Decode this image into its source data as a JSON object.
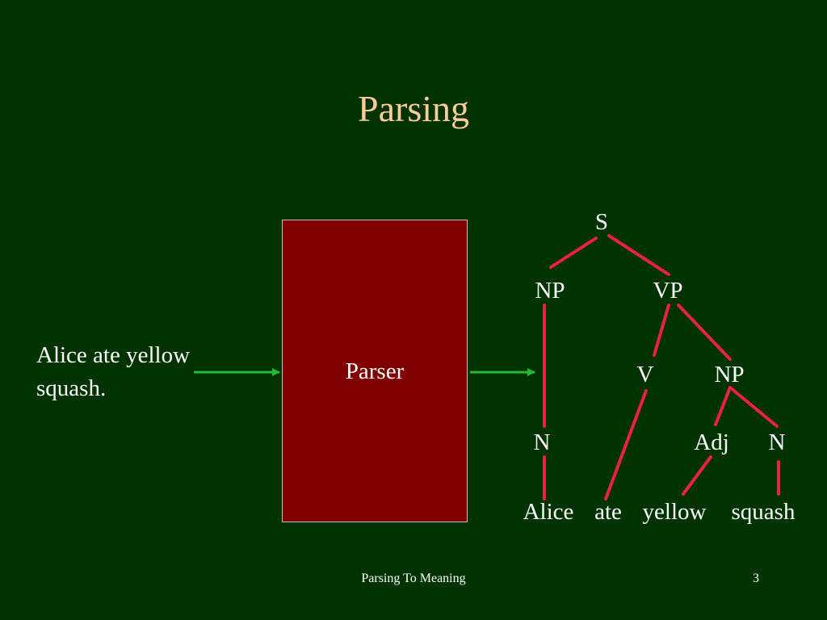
{
  "slide": {
    "title": "Parsing",
    "input_sentence_line1": "Alice ate yellow",
    "input_sentence_line2": "squash.",
    "parser_label": "Parser",
    "footer": "Parsing To Meaning",
    "page_number": "3"
  },
  "tree": {
    "S": "S",
    "NP": "NP",
    "VP": "VP",
    "V": "V",
    "NP2": "NP",
    "N1": "N",
    "Adj": "Adj",
    "N2": "N",
    "words": [
      "Alice",
      "ate",
      "yellow",
      "squash"
    ]
  },
  "colors": {
    "background": "#003300",
    "title": "#ffcc99",
    "parser_box": "#800000",
    "tree_edges": "#e8204a",
    "arrows": "#22bb33",
    "text": "#ffffff"
  }
}
